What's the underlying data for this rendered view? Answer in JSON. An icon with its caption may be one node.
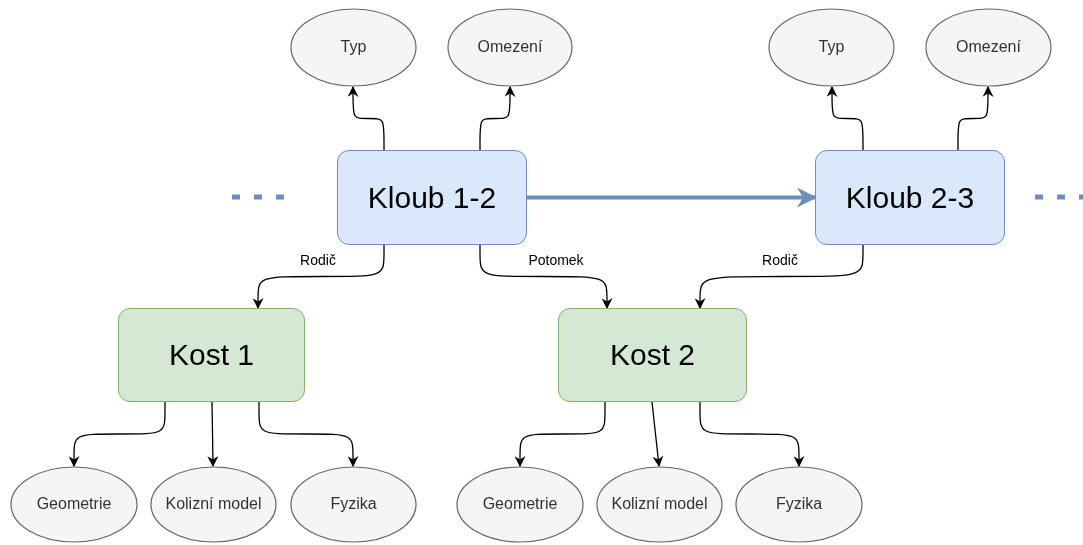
{
  "diagram": {
    "nodes": [
      {
        "text": [
          "Typ"
        ]
      },
      {
        "text": [
          "Omezení"
        ]
      },
      {
        "text": [
          "Typ"
        ]
      },
      {
        "text": [
          "Omezení"
        ]
      },
      {
        "text": [
          "Kloub 1-2"
        ]
      },
      {
        "text": [
          "Kloub 2-3"
        ]
      },
      {
        "text": [
          "Kost 1"
        ]
      },
      {
        "text": [
          "Kost 2"
        ]
      },
      {
        "text": [
          "Geometrie"
        ]
      },
      {
        "text": [
          "Kolizní model"
        ]
      },
      {
        "text": [
          "Fyzika"
        ]
      },
      {
        "text": [
          "Geometrie"
        ]
      },
      {
        "text": [
          "Kolizní model"
        ]
      },
      {
        "text": [
          "Fyzika"
        ]
      }
    ],
    "edges": [
      {
        "from": 4,
        "to": 0,
        "arrow": "to"
      },
      {
        "from": 4,
        "to": 1,
        "arrow": "to"
      },
      {
        "from": 5,
        "to": 2,
        "arrow": "to"
      },
      {
        "from": 5,
        "to": 3,
        "arrow": "to"
      },
      {
        "from": 4,
        "to": 5,
        "arrow": "to",
        "style": "thick",
        "color": "#6c8ebf"
      },
      {
        "from": 4,
        "to": 6,
        "arrow": "to",
        "label": "Rodič"
      },
      {
        "from": 4,
        "to": 7,
        "arrow": "to",
        "label": "Potomek"
      },
      {
        "from": 5,
        "to": 7,
        "arrow": "to",
        "label": "Rodič"
      },
      {
        "from": 6,
        "to": 8,
        "arrow": "to"
      },
      {
        "from": 6,
        "to": 9,
        "arrow": "to"
      },
      {
        "from": 6,
        "to": 10,
        "arrow": "to"
      },
      {
        "from": 7,
        "to": 11,
        "arrow": "to"
      },
      {
        "from": 7,
        "to": 12,
        "arrow": "to"
      },
      {
        "from": 7,
        "to": 13,
        "arrow": "to"
      }
    ]
  }
}
